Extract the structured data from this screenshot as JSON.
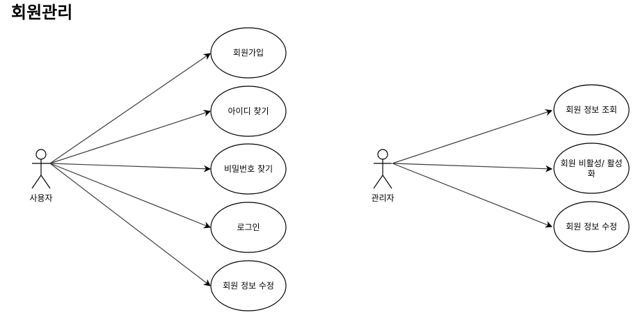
{
  "title": "회원관리",
  "actors": {
    "user": {
      "label": "사용자"
    },
    "admin": {
      "label": "관리자"
    }
  },
  "user_use_cases": [
    {
      "label": "회원가입"
    },
    {
      "label": "아이디 찾기"
    },
    {
      "label": "비밀번호 찾기"
    },
    {
      "label": "로그인"
    },
    {
      "label": "회원 정보 수정"
    }
  ],
  "admin_use_cases": [
    {
      "label": "회원 정보 조회"
    },
    {
      "label_line1": "회원 비활성/ 활성",
      "label_line2": "화"
    },
    {
      "label": "회원 정보 수정"
    }
  ],
  "colors": {
    "stroke": "#000000",
    "connector": "#3c3c3c",
    "fill": "#ffffff",
    "text": "#000000"
  }
}
